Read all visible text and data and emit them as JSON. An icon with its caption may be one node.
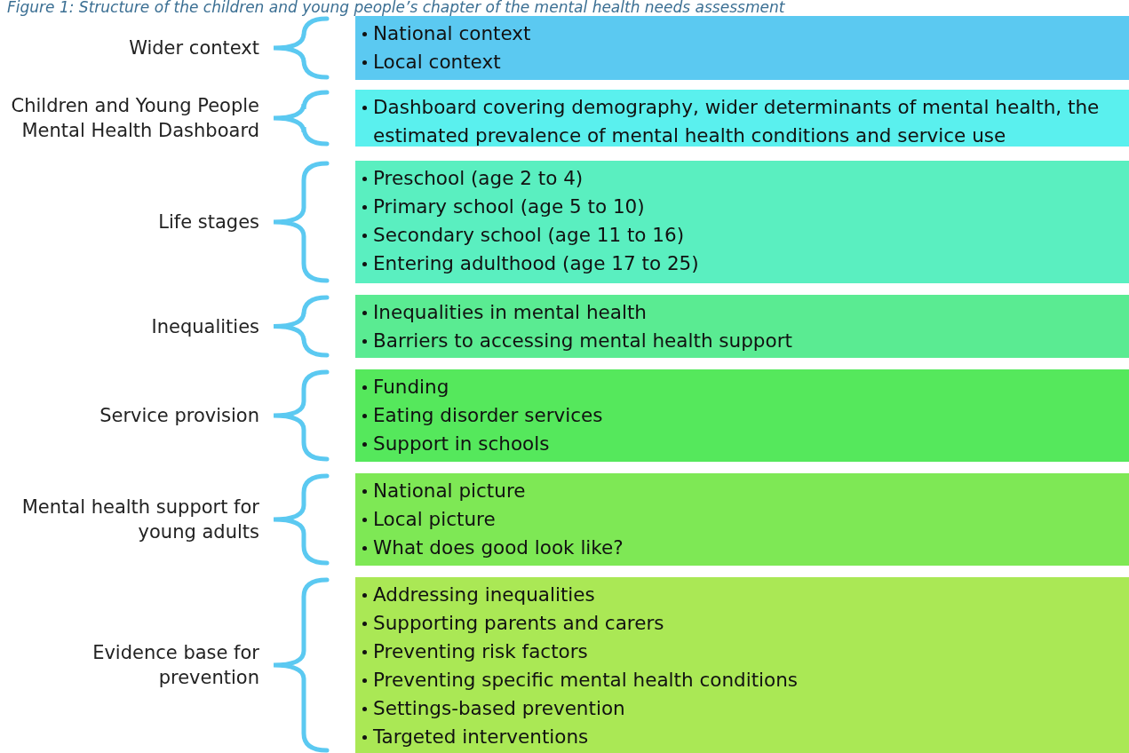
{
  "diagram": {
    "title": "Figure 1: Structure of the children and young people’s chapter of the mental health needs assessment",
    "nodes": [
      {
        "text": [
          "Wider context",
          "National context",
          "Local context"
        ]
      },
      {
        "text": [
          "Children and Young People Mental Health Dashboard",
          "Dashboard covering demography, wider determinants of mental health, the estimated prevalence of mental health conditions and service use"
        ]
      },
      {
        "text": [
          "Life stages",
          "Preschool (age 2 to 4)",
          "Primary school (age 5 to 10)",
          "Secondary school (age 11 to 16)",
          "Entering adulthood (age 17 to 25)"
        ]
      },
      {
        "text": [
          "Inequalities",
          "Inequalities in mental health",
          "Barriers to accessing mental health support"
        ]
      },
      {
        "text": [
          "Service provision",
          "Funding",
          "Eating disorder services",
          "Support in schools"
        ]
      },
      {
        "text": [
          "Mental health support for young adults",
          "National picture",
          "Local picture",
          "What does good look like?"
        ]
      },
      {
        "text": [
          "Evidence base for prevention",
          "Addressing inequalities",
          "Supporting parents and carers",
          "Preventing risk factors",
          "Preventing specific mental health conditions",
          "Settings-based prevention",
          "Targeted interventions"
        ]
      }
    ],
    "edges": []
  }
}
